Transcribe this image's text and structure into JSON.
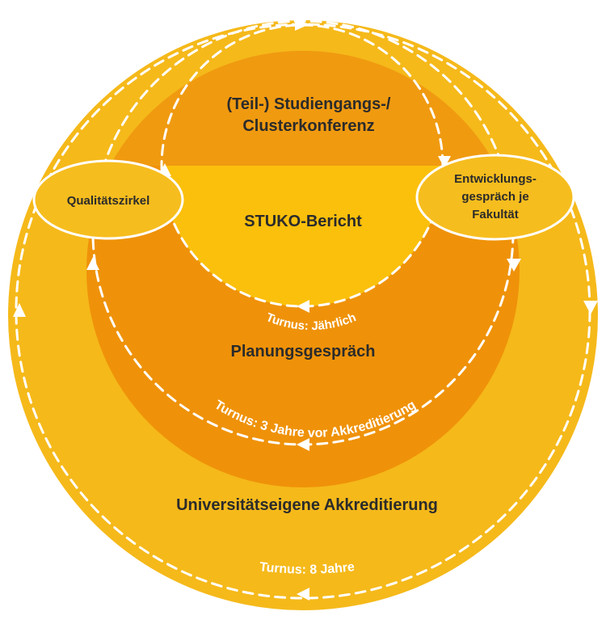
{
  "labels": {
    "cluster_line1": "(Teil-) Studiengangs-/",
    "cluster_line2": "Clusterkonferenz",
    "stuko": "STUKO-Bericht",
    "planung": "Planungsgespräch",
    "akkreditierung": "Universitätseigene Akkreditierung",
    "qualitaet": "Qualitätszirkel",
    "entw_line1": "Entwicklungs-",
    "entw_line2": "gespräch je",
    "entw_line3": "Fakultät"
  },
  "turnus": {
    "inner": "Turnus: Jährlich",
    "middle": "Turnus: 3 Jahre vor Akkreditierung",
    "outer": "Turnus: 8 Jahre"
  },
  "colors": {
    "outer_yellow": "#f5b91a",
    "middle_orange": "#ef9209",
    "top_orange": "#f09a10",
    "inner_yellow": "#fbc00c",
    "oval_fill": "#f6bd1e",
    "text": "#2b2b2b",
    "white": "#ffffff"
  }
}
